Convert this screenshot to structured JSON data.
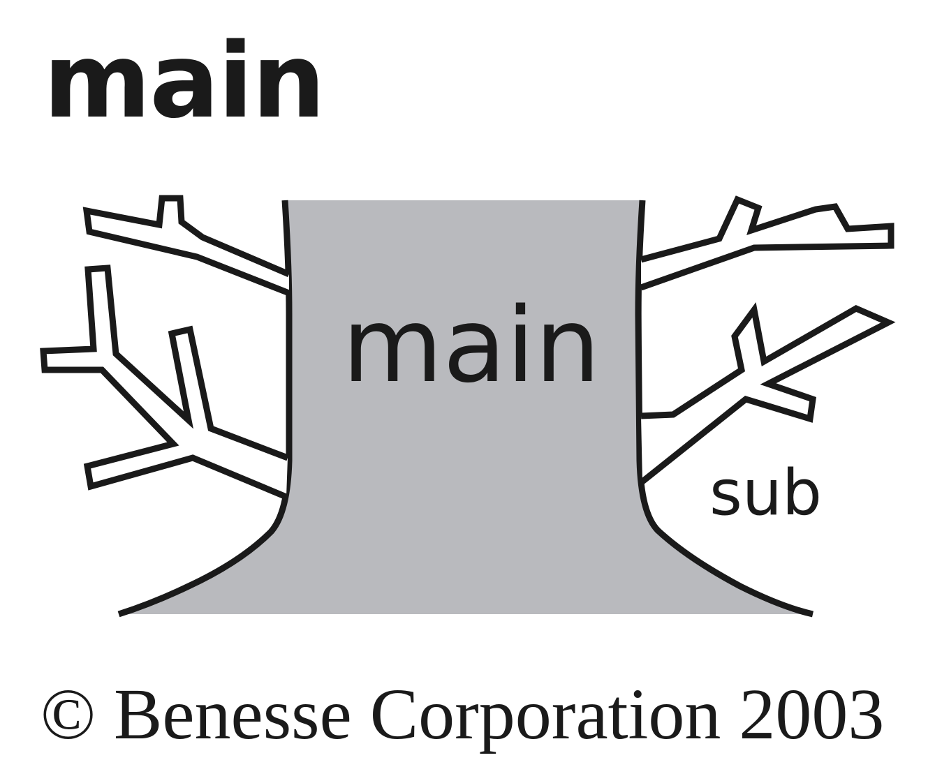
{
  "heading": "main",
  "trunk_label": "main",
  "branch_label": "sub",
  "copyright": "© Benesse Corporation 2003",
  "colors": {
    "trunk_fill": "#b9babe",
    "stroke": "#1a1a1a",
    "background": "#ffffff"
  }
}
